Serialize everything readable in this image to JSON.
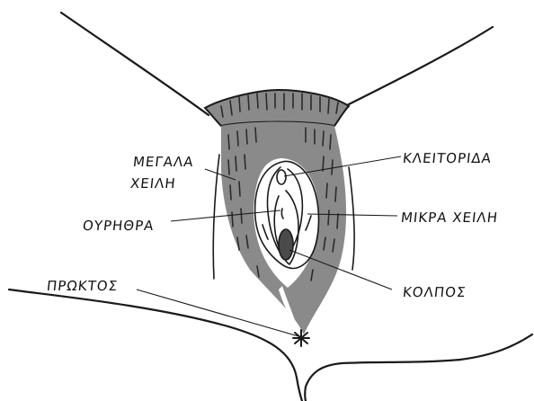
{
  "labels": {
    "labia_majora_line1": "ΜΕΓΑΛΑ",
    "labia_majora_line2": "ΧΕΙΛΗ",
    "clitoris": "ΚΛΕΙΤΟΡΙΔΑ",
    "urethra": "ΟΥΡΗΘΡΑ",
    "labia_minora": "ΜΙΚΡΑ ΧΕΙΛΗ",
    "anus": "ΠΡΩΚΤΟΣ",
    "vagina": "ΚΟΛΠΟΣ"
  },
  "colors": {
    "shading": "#8a8a8a",
    "ink": "#1a1a1a",
    "background": "#ffffff",
    "vaginal_opening": "#4a4a4a"
  }
}
